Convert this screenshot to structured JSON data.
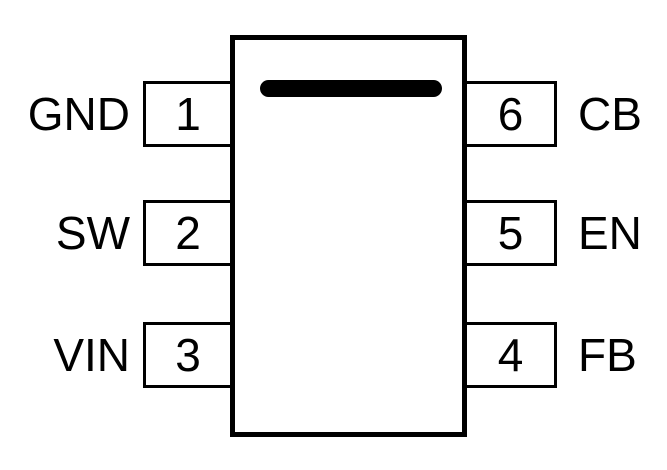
{
  "diagram_type": "ic-pinout",
  "package": {
    "pin_count": 6,
    "pin1_marker": "horizontal-bar"
  },
  "pins": {
    "left": [
      {
        "number": "1",
        "label": "GND"
      },
      {
        "number": "2",
        "label": "SW"
      },
      {
        "number": "3",
        "label": "VIN"
      }
    ],
    "right": [
      {
        "number": "6",
        "label": "CB"
      },
      {
        "number": "5",
        "label": "EN"
      },
      {
        "number": "4",
        "label": "FB"
      }
    ]
  },
  "colors": {
    "line": "#000000",
    "background": "#ffffff"
  }
}
